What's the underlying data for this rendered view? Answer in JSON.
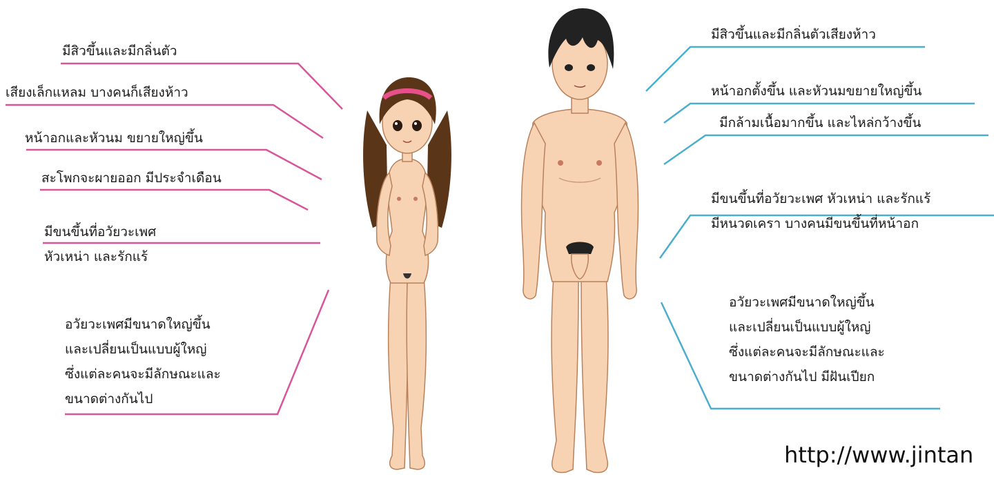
{
  "colors": {
    "female_line": "#d9559a",
    "male_line": "#4aaecc",
    "skin": "#f7d3b3",
    "skin_outline": "#b8825c",
    "hair_female": "#5a3518",
    "hair_male": "#222222",
    "headband": "#e8508a"
  },
  "female": {
    "labels": [
      "มีสิวขึ้นและมีกลิ่นตัว",
      "เสียงเล็กแหลม บางคนก็เสียงห้าว",
      "หน้าอกและหัวนม ขยายใหญ่ขึ้น",
      "สะโพกจะผายออก มีประจำเดือน",
      "มีขนขึ้นที่อวัยวะเพศ\nหัวเหน่า และรักแร้",
      "อวัยวะเพศมีขนาดใหญ่ขึ้น\nและเปลี่ยนเป็นแบบผู้ใหญ่\nซึ่งแต่ละคนจะมีลักษณะและ\nขนาดต่างกันไป"
    ]
  },
  "male": {
    "labels": [
      "มีสิวขึ้นและมีกลิ่นตัวเสียงห้าว",
      "หน้าอกตั้งขึ้น และหัวนมขยายใหญ่ขึ้น",
      "มีกล้ามเนื้อมากขึ้น และไหล่กว้างขึ้น",
      "มีขนขึ้นที่อวัยวะเพศ หัวเหน่า และรักแร้\nมีหนวดเครา บางคนมีขนขึ้นที่หน้าอก",
      "อวัยวะเพศมีขนาดใหญ่ขึ้น\nและเปลี่ยนเป็นแบบผู้ใหญ่\nซึ่งแต่ละคนจะมีลักษณะและ\nขนาดต่างกันไป มีฝันเปียก"
    ]
  },
  "source_url": "http://www.jintan"
}
